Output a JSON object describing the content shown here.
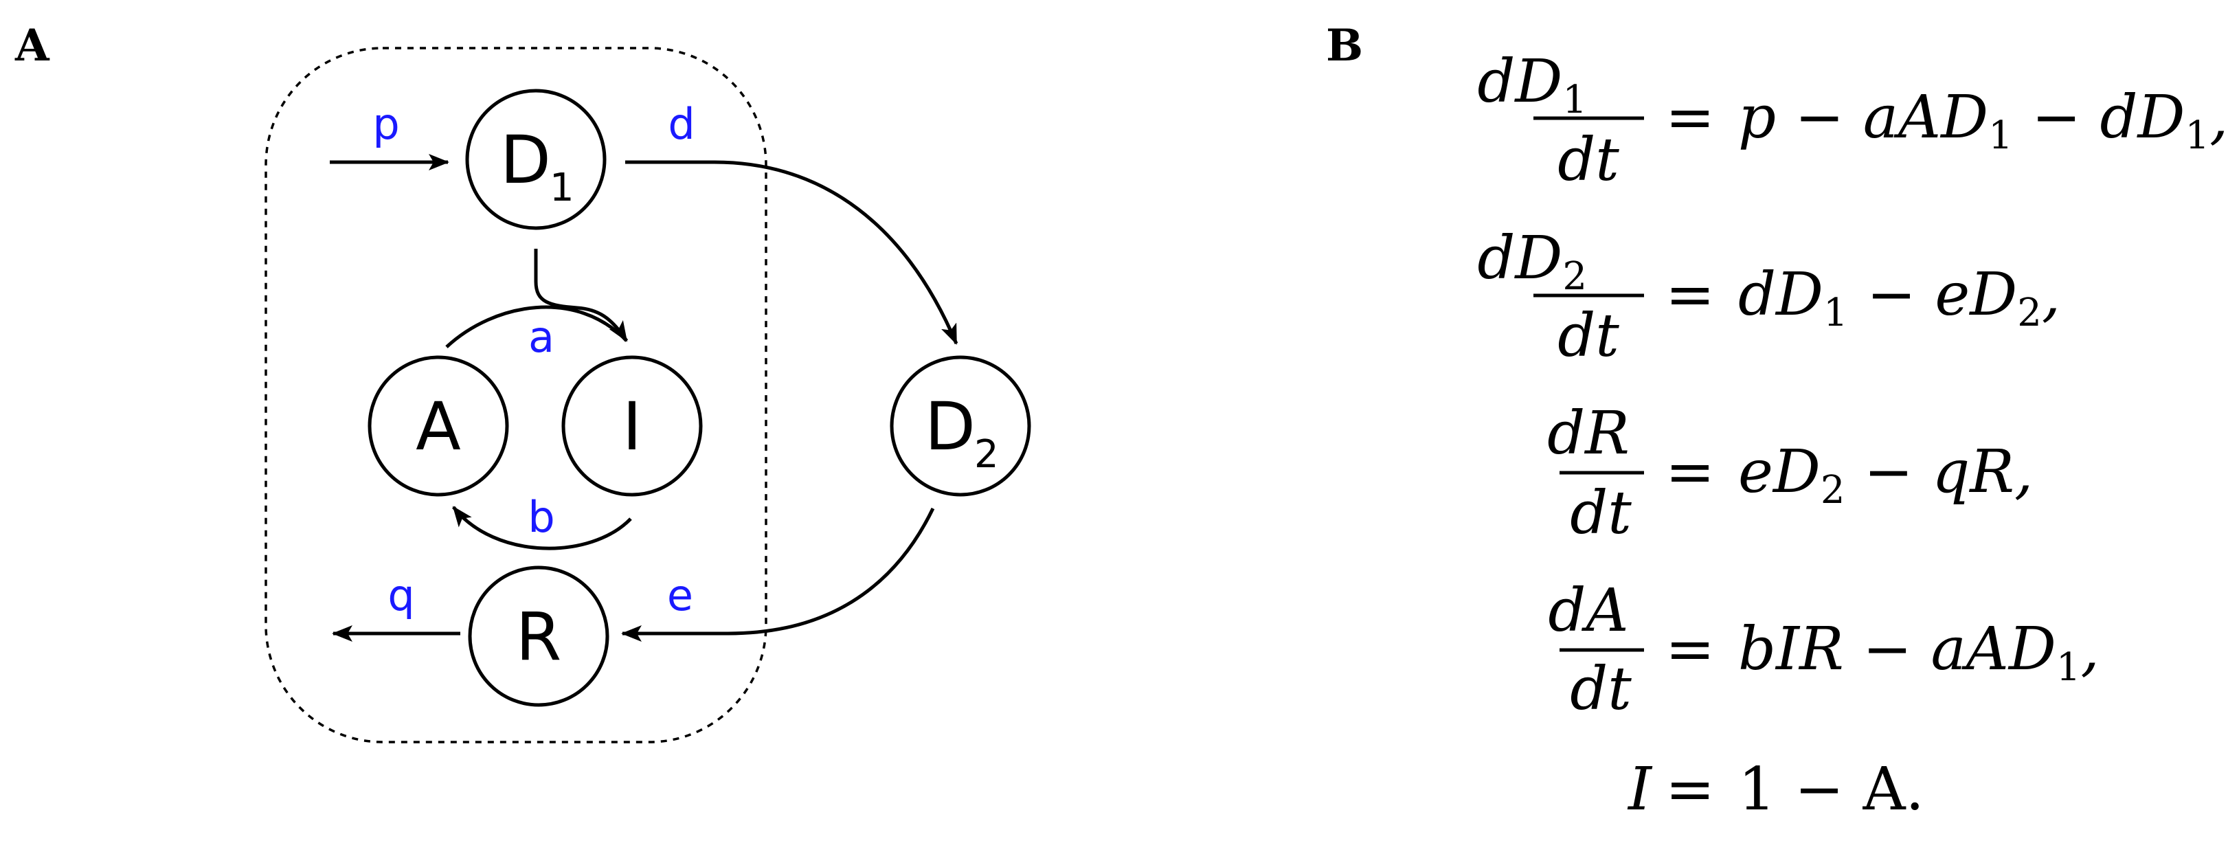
{
  "panels": {
    "a": "A",
    "b": "B"
  },
  "nodes": {
    "d1": {
      "main": "D",
      "sub": "1"
    },
    "d2": {
      "main": "D",
      "sub": "2"
    },
    "a": {
      "main": "A"
    },
    "i": {
      "main": "I"
    },
    "r": {
      "main": "R"
    }
  },
  "rates": {
    "p": "p",
    "d": "d",
    "a": "a",
    "b": "b",
    "e": "e",
    "q": "q"
  },
  "colors": {
    "rate_label": "#1a1aff",
    "stroke": "#000000"
  },
  "equations": {
    "eq1": {
      "num_var": "dD",
      "num_sub": "1",
      "den": "dt",
      "rhs": [
        [
          "p − aAD",
          ""
        ],
        [
          "1",
          "sub"
        ],
        [
          " − dD",
          ""
        ],
        [
          "1",
          "sub"
        ],
        [
          ",",
          ""
        ]
      ]
    },
    "eq2": {
      "num_var": "dD",
      "num_sub": "2",
      "den": "dt",
      "rhs": [
        [
          "dD",
          ""
        ],
        [
          "1",
          "sub"
        ],
        [
          " − eD",
          ""
        ],
        [
          "2",
          "sub"
        ],
        [
          ",",
          ""
        ]
      ]
    },
    "eq3": {
      "num_var": "dR",
      "num_sub": "",
      "den": "dt",
      "rhs": [
        [
          "eD",
          ""
        ],
        [
          "2",
          "sub"
        ],
        [
          " − qR,",
          ""
        ]
      ]
    },
    "eq4": {
      "num_var": "dA",
      "num_sub": "",
      "den": "dt",
      "rhs": [
        [
          "bIR − aAD",
          ""
        ],
        [
          "1",
          "sub"
        ],
        [
          ",",
          ""
        ]
      ]
    },
    "eq5": {
      "lhs": "I",
      "rhs": "1 − A."
    }
  }
}
